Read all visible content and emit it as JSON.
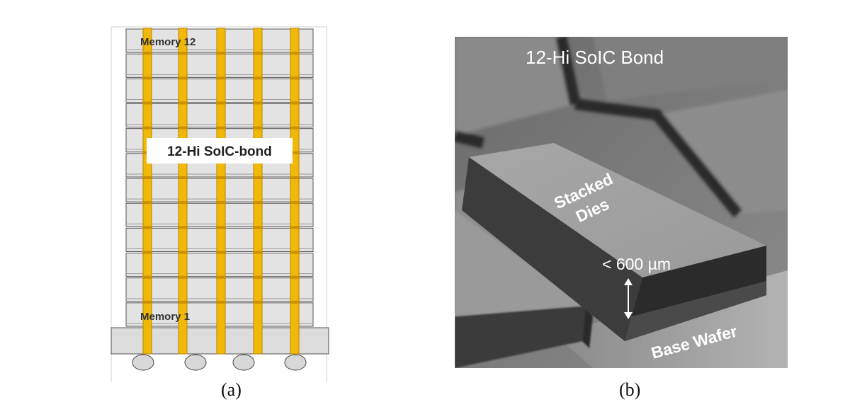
{
  "panel_a": {
    "top_layer_label": "Memory 12",
    "bottom_layer_label": "Memory 1",
    "center_label": "12-Hi SoIC-bond",
    "caption": "(a)",
    "colors": {
      "tsv": "#f2b807",
      "tsv_edge": "#b88400",
      "die": "#e3e3e3",
      "die_edge": "#555555",
      "substrate": "#dcdcdc"
    },
    "layer_count": 12,
    "tsv_count": 5,
    "bump_count": 4
  },
  "panel_b": {
    "title": "12-Hi SoIC Bond",
    "stack_label_line1": "Stacked",
    "stack_label_line2": "Dies",
    "height_label": "< 600 µm",
    "base_label": "Base Wafer",
    "caption": "(b)"
  }
}
